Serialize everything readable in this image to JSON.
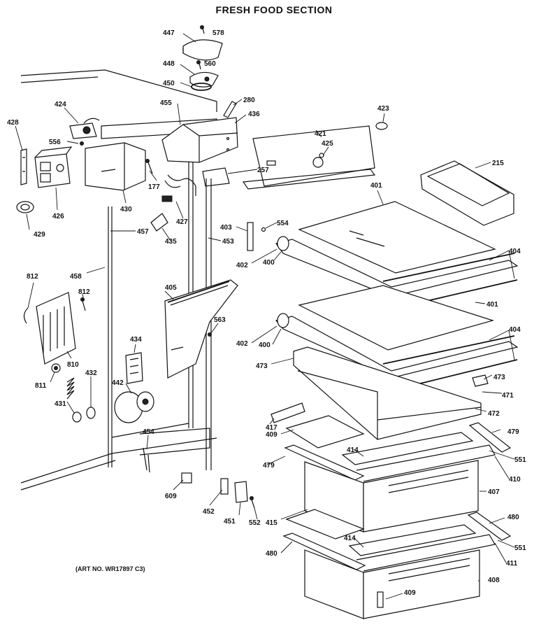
{
  "title": "FRESH FOOD SECTION",
  "art_number": "(ART NO. WR17897 C3)",
  "part_labels": {
    "p447": "447",
    "p578": "578",
    "p448": "448",
    "p560": "560",
    "p450": "450",
    "p280": "280",
    "p455": "455",
    "p436": "436",
    "p424": "424",
    "p428": "428",
    "p556": "556",
    "p421": "421",
    "p423": "423",
    "p425": "425",
    "p215": "215",
    "p257": "257",
    "p177": "177",
    "p426": "426",
    "p430": "430",
    "p427": "427",
    "p401a": "401",
    "p429": "429",
    "p457": "457",
    "p435": "435",
    "p403": "403",
    "p554": "554",
    "p453": "453",
    "p404a": "404",
    "p402a": "402",
    "p400a": "400",
    "p812a": "812",
    "p458": "458",
    "p812b": "812",
    "p405": "405",
    "p401b": "401",
    "p563": "563",
    "p404b": "404",
    "p402b": "402",
    "p400b": "400",
    "p434": "434",
    "p810": "810",
    "p473a": "473",
    "p811": "811",
    "p432": "432",
    "p442": "442",
    "p473b": "473",
    "p471": "471",
    "p431": "431",
    "p472": "472",
    "p417": "417",
    "p479a": "479",
    "p409a": "409",
    "p454": "454",
    "p414a": "414",
    "p551a": "551",
    "p479b": "479",
    "p410": "410",
    "p609": "609",
    "p407": "407",
    "p452": "452",
    "p451": "451",
    "p552": "552",
    "p415": "415",
    "p480a": "480",
    "p414b": "414",
    "p551b": "551",
    "p480b": "480",
    "p411": "411",
    "p408": "408",
    "p409b": "409"
  }
}
